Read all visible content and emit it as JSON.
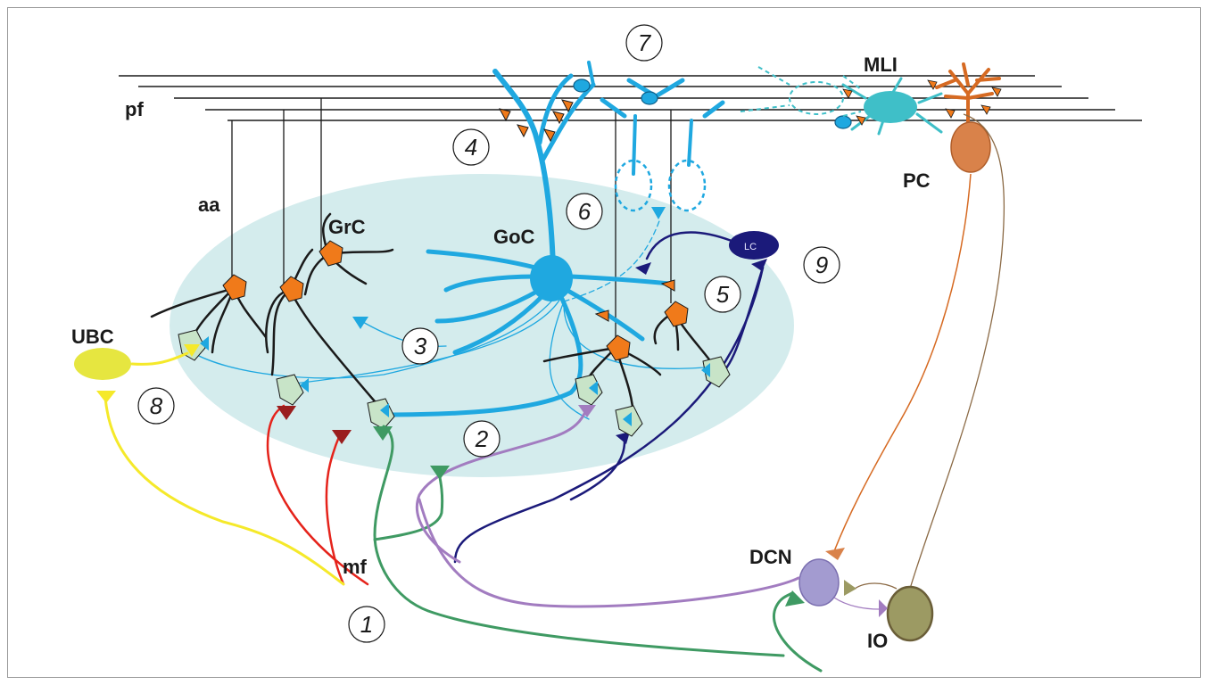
{
  "labels": {
    "pf": "pf",
    "aa": "aa",
    "grc": "GrC",
    "goc": "GoC",
    "ubc": "UBC",
    "mf": "mf",
    "mli": "MLI",
    "pc": "PC",
    "dcn": "DCN",
    "io": "IO",
    "lc": "LC"
  },
  "circled_numbers": [
    "1",
    "2",
    "3",
    "4",
    "5",
    "6",
    "7",
    "8",
    "9"
  ],
  "colors": {
    "granule_lake": "#d4eced",
    "golgi": "#1fa8e0",
    "granule_soma": "#f07a1a",
    "mli": "#3fbfc8",
    "purkinje": "#d9824a",
    "purkinje_dendrite": "#d66a22",
    "dcn": "#a39bd0",
    "io": "#9c9a63",
    "lc": "#1b1a7a",
    "ubc": "#e6e640",
    "mf_green": "#3f9a63",
    "mf_red": "#e5231b",
    "mf_purple": "#a27cc0",
    "mf_yellow": "#f5e92a"
  }
}
